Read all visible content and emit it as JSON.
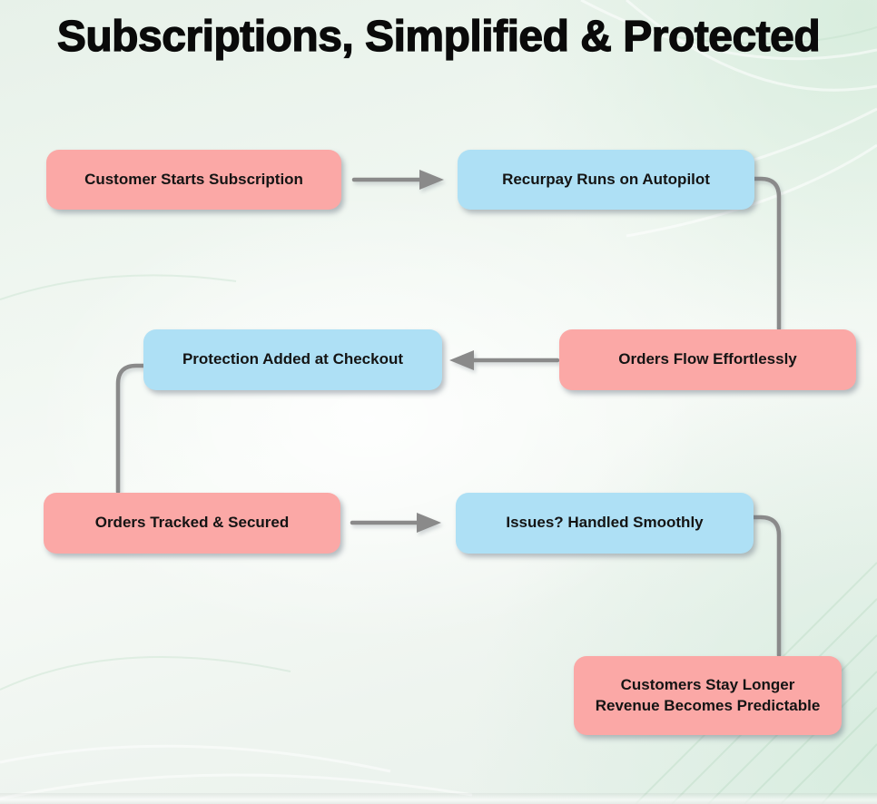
{
  "title": "Subscriptions, Simplified & Protected",
  "palette": {
    "node_pink": "#FBA8A6",
    "node_blue": "#AEE0F5",
    "connector_gray": "#8A8A8A",
    "background_mint": "#E7F1E9",
    "title_color": "#0A0A0A"
  },
  "flowchart": {
    "nodes": [
      {
        "id": "start",
        "label": "Customer Starts Subscription",
        "color": "pink"
      },
      {
        "id": "autopilot",
        "label": "Recurpay Runs on Autopilot",
        "color": "blue"
      },
      {
        "id": "checkout",
        "label": "Protection Added at Checkout",
        "color": "blue"
      },
      {
        "id": "ordersflow",
        "label": "Orders Flow Effortlessly",
        "color": "pink"
      },
      {
        "id": "tracked",
        "label": "Orders Tracked & Secured",
        "color": "pink"
      },
      {
        "id": "issues",
        "label": "Issues? Handled Smoothly",
        "color": "blue"
      },
      {
        "id": "retention",
        "label": "Customers Stay Longer\nRevenue Becomes Predictable",
        "color": "pink"
      }
    ],
    "edges": [
      {
        "from": "Customer Starts Subscription",
        "to": "Recurpay Runs on Autopilot",
        "style": "arrow-right"
      },
      {
        "from": "Recurpay Runs on Autopilot",
        "to": "Orders Flow Effortlessly",
        "style": "elbow-down"
      },
      {
        "from": "Orders Flow Effortlessly",
        "to": "Protection Added at Checkout",
        "style": "arrow-left"
      },
      {
        "from": "Protection Added at Checkout",
        "to": "Orders Tracked & Secured",
        "style": "elbow-down"
      },
      {
        "from": "Orders Tracked & Secured",
        "to": "Issues? Handled Smoothly",
        "style": "arrow-right"
      },
      {
        "from": "Issues? Handled Smoothly",
        "to": "Customers Stay Longer / Revenue Becomes Predictable",
        "style": "elbow-down"
      }
    ]
  }
}
